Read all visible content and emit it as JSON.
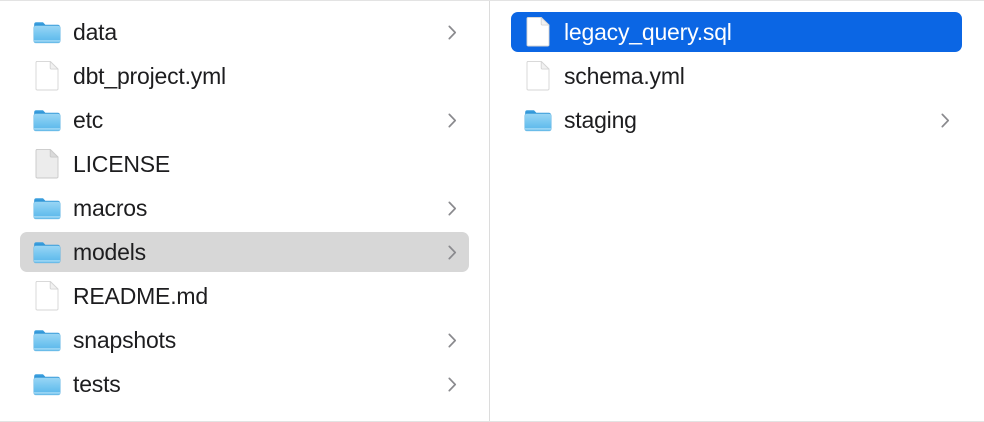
{
  "window": {
    "app": "Finder",
    "view_mode": "column",
    "background_color": "#ffffff",
    "divider_color": "#dcdcdc",
    "selection_active_color": "#0b66e4",
    "selection_inactive_color": "#d7d7d7",
    "text_color": "#1d1d1f",
    "selected_text_color": "#ffffff",
    "chevron_color": "#8a8a8e",
    "folder_icon_color": "#6ec2f0"
  },
  "columns": [
    {
      "name": "parent-column",
      "items": [
        {
          "label": "data",
          "kind": "folder",
          "icon": "folder-icon",
          "has_chevron": true,
          "selected": false,
          "selection_state": "none"
        },
        {
          "label": "dbt_project.yml",
          "kind": "file",
          "icon": "document-icon",
          "has_chevron": false,
          "selected": false,
          "selection_state": "none"
        },
        {
          "label": "etc",
          "kind": "folder",
          "icon": "folder-icon",
          "has_chevron": true,
          "selected": false,
          "selection_state": "none"
        },
        {
          "label": "LICENSE",
          "kind": "file",
          "icon": "generic-document-icon",
          "has_chevron": false,
          "selected": false,
          "selection_state": "none"
        },
        {
          "label": "macros",
          "kind": "folder",
          "icon": "folder-icon",
          "has_chevron": true,
          "selected": false,
          "selection_state": "none"
        },
        {
          "label": "models",
          "kind": "folder",
          "icon": "folder-icon",
          "has_chevron": true,
          "selected": true,
          "selection_state": "inactive"
        },
        {
          "label": "README.md",
          "kind": "file",
          "icon": "document-icon",
          "has_chevron": false,
          "selected": false,
          "selection_state": "none"
        },
        {
          "label": "snapshots",
          "kind": "folder",
          "icon": "folder-icon",
          "has_chevron": true,
          "selected": false,
          "selection_state": "none"
        },
        {
          "label": "tests",
          "kind": "folder",
          "icon": "folder-icon",
          "has_chevron": true,
          "selected": false,
          "selection_state": "none"
        }
      ]
    },
    {
      "name": "child-column",
      "items": [
        {
          "label": "legacy_query.sql",
          "kind": "file",
          "icon": "document-icon",
          "has_chevron": false,
          "selected": true,
          "selection_state": "active"
        },
        {
          "label": "schema.yml",
          "kind": "file",
          "icon": "document-icon",
          "has_chevron": false,
          "selected": false,
          "selection_state": "none"
        },
        {
          "label": "staging",
          "kind": "folder",
          "icon": "folder-icon",
          "has_chevron": true,
          "selected": false,
          "selection_state": "none"
        }
      ]
    }
  ]
}
